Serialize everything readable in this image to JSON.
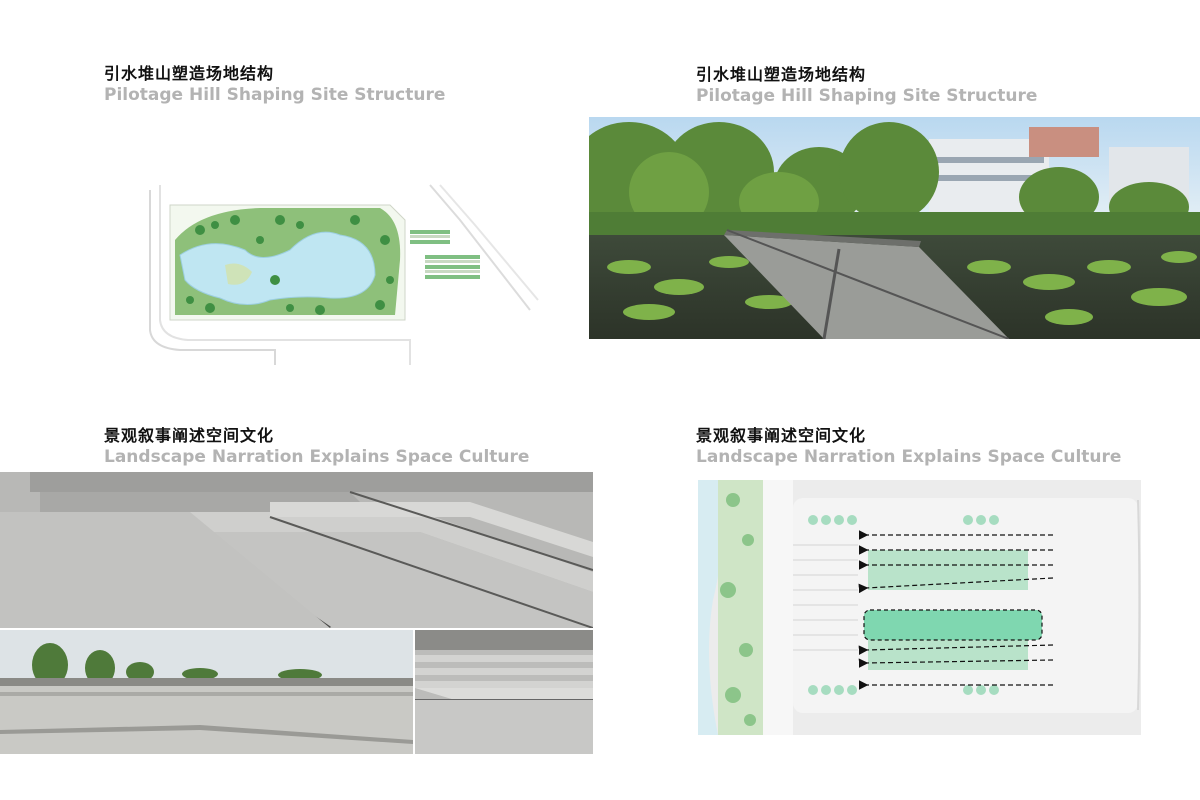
{
  "sections": [
    {
      "title_zh": "引水堆山塑造场地结构",
      "title_en": "Pilotage Hill Shaping Site Structure"
    },
    {
      "title_zh": "引水堆山塑造场地结构",
      "title_en": "Pilotage Hill Shaping Site Structure"
    },
    {
      "title_zh": "景观叙事阐述空间文化",
      "title_en": "Landscape Narration Explains Space Culture"
    },
    {
      "title_zh": "景观叙事阐述空间文化",
      "title_en": "Landscape Narration Explains Space Culture"
    }
  ],
  "colors": {
    "heading_zh": "#111111",
    "heading_en": "#b3b3b3",
    "water": "#bfe6f2",
    "greenery": "#58a85a",
    "paving": "#c9c9c7",
    "highlight": "#7fd7b0"
  }
}
